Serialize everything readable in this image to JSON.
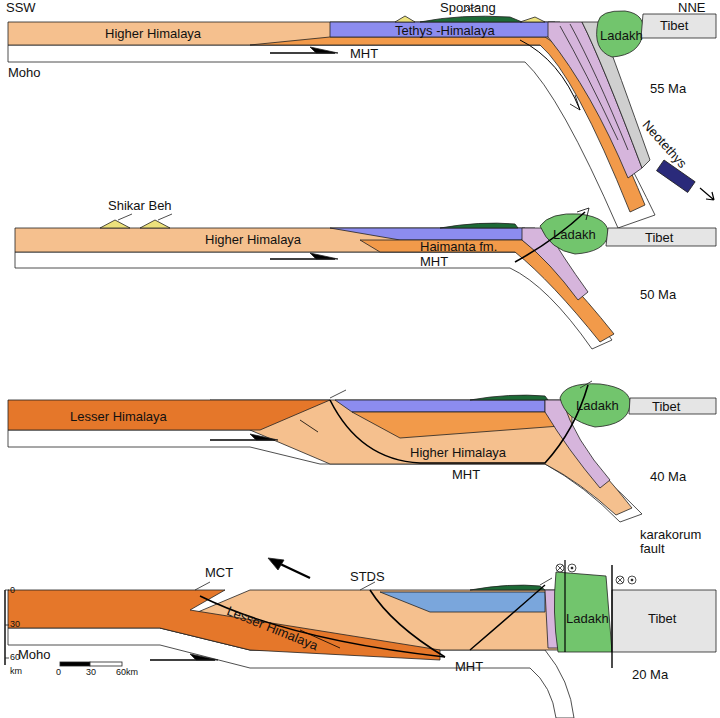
{
  "diagram": {
    "labels": [
      "SSW",
      "NNE",
      "Spontang",
      "Higher Himalaya",
      "Tethys -Himalaya",
      "Ladakh",
      "Tibet",
      "MHT",
      "Moho",
      "55 Ma",
      "Neotethys",
      "Shikar Beh",
      "Higher Himalaya",
      "Haimanta fm.",
      "MHT",
      "Ladakh",
      "Tibet",
      "50 Ma",
      "Lesser Himalaya",
      "Higher Himalaya",
      "MHT",
      "Ladakh",
      "Tibet",
      "40 Ma",
      "MCT",
      "STDS",
      "karakorum fault",
      "Lesser Himalaya",
      "MHT",
      "Ladakh",
      "Tibet",
      "20 Ma",
      "Moho",
      "0",
      "30",
      "60",
      "km",
      "0",
      "30",
      "60km"
    ]
  }
}
